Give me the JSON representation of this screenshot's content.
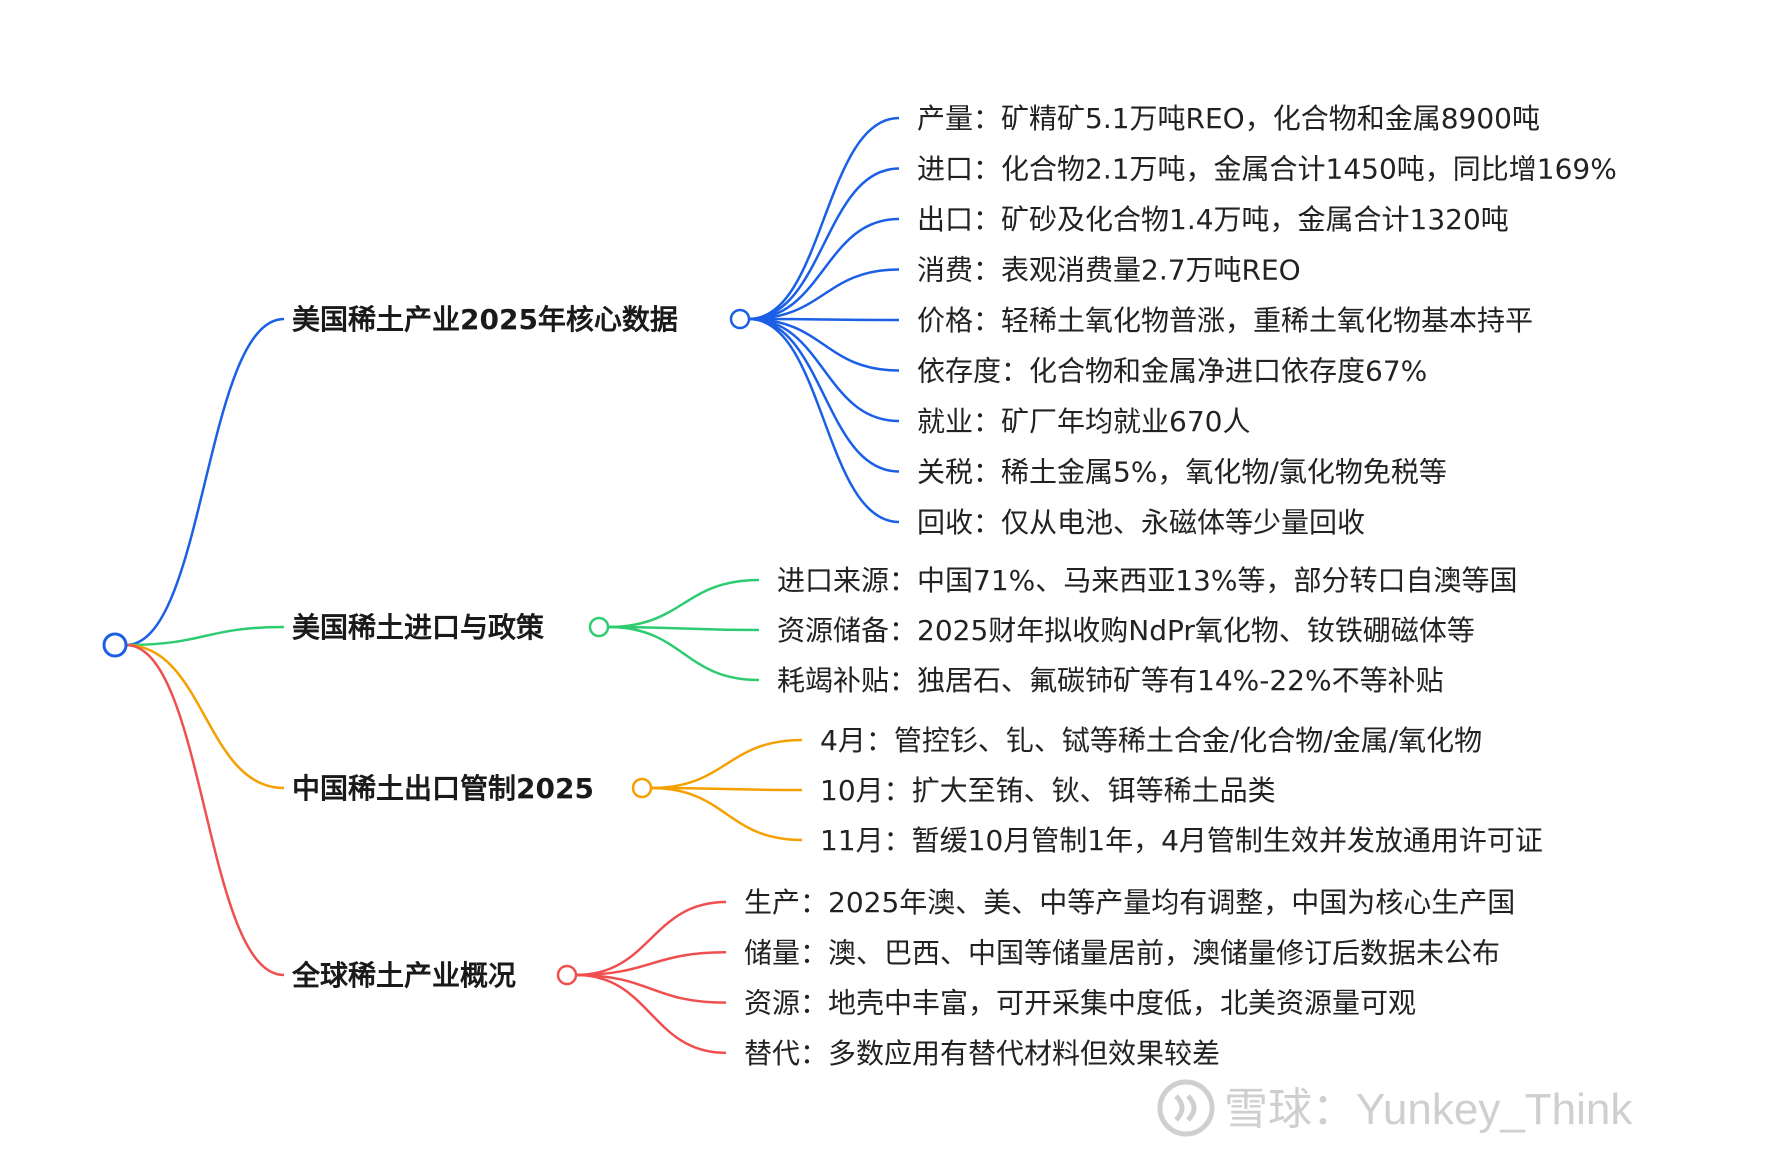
{
  "colors": {
    "root": "#1a5fe6",
    "blue": "#1a5fe6",
    "green": "#2ecc71",
    "orange": "#f5a000",
    "red": "#ef4f4f",
    "watermark": "#cfcfcf"
  },
  "branches": [
    {
      "title": "美国稀土产业2025年核心数据",
      "color": "#1a5fe6",
      "leaves": [
        "产量：矿精矿5.1万吨REO，化合物和金属8900吨",
        "进口：化合物2.1万吨，金属合计1450吨，同比增169%",
        "出口：矿砂及化合物1.4万吨，金属合计1320吨",
        "消费：表观消费量2.7万吨REO",
        "价格：轻稀土氧化物普涨，重稀土氧化物基本持平",
        "依存度：化合物和金属净进口依存度67%",
        "就业：矿厂年均就业670人",
        "关税：稀土金属5%，氧化物/氯化物免税等",
        "回收：仅从电池、永磁体等少量回收"
      ]
    },
    {
      "title": "美国稀土进口与政策",
      "color": "#2ecc71",
      "leaves": [
        "进口来源：中国71%、马来西亚13%等，部分转口自澳等国",
        "资源储备：2025财年拟收购NdPr氧化物、钕铁硼磁体等",
        "耗竭补贴：独居石、氟碳铈矿等有14%-22%不等补贴"
      ]
    },
    {
      "title": "中国稀土出口管制2025",
      "color": "#f5a000",
      "leaves": [
        "4月：管控钐、钆、铽等稀土合金/化合物/金属/氧化物",
        "10月：扩大至铕、钬、铒等稀土品类",
        "11月：暂缓10月管制1年，4月管制生效并发放通用许可证"
      ]
    },
    {
      "title": "全球稀土产业概况",
      "color": "#ef4f4f",
      "leaves": [
        "生产：2025年澳、美、中等产量均有调整，中国为核心生产国",
        "储量：澳、巴西、中国等储量居前，澳储量修订后数据未公布",
        "资源：地壳中丰富，可开采集中度低，北美资源量可观",
        "替代：多数应用有替代材料但效果较差"
      ]
    }
  ],
  "watermark": {
    "text": "雪球：Yunkey_Think"
  }
}
